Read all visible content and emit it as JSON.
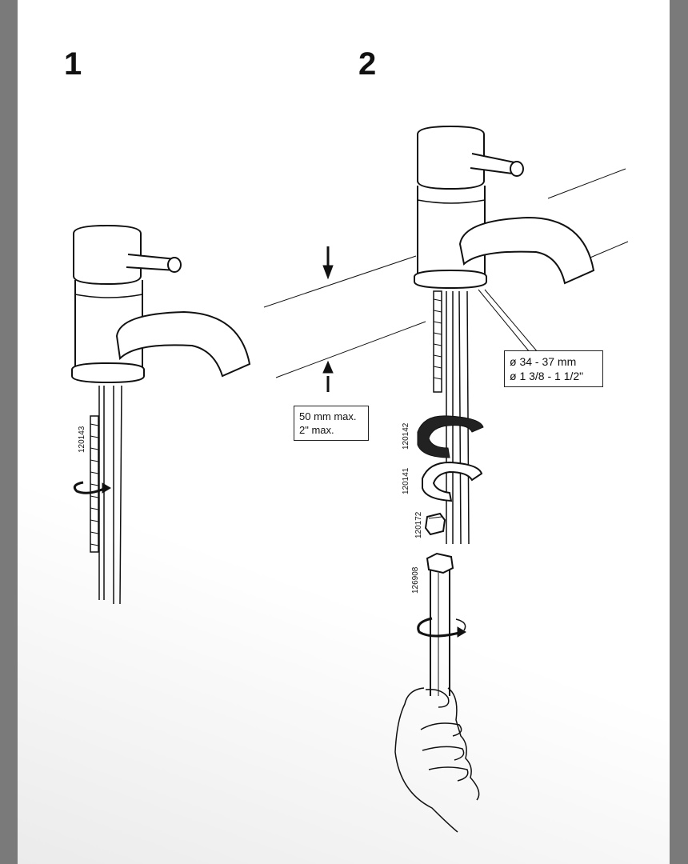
{
  "steps": [
    {
      "number": "1",
      "part_numbers": [
        "120143"
      ]
    },
    {
      "number": "2",
      "clearance_label_line1": "50 mm max.",
      "clearance_label_line2": "2\" max.",
      "hole_label_line1": "ø 34 - 37 mm",
      "hole_label_line2": "ø 1 3/8 - 1 1/2\"",
      "part_numbers": [
        "120142",
        "120141",
        "120172",
        "126908"
      ]
    }
  ],
  "colors": {
    "frame": "#7a7a7a",
    "page": "#ffffff",
    "ink": "#111111"
  }
}
